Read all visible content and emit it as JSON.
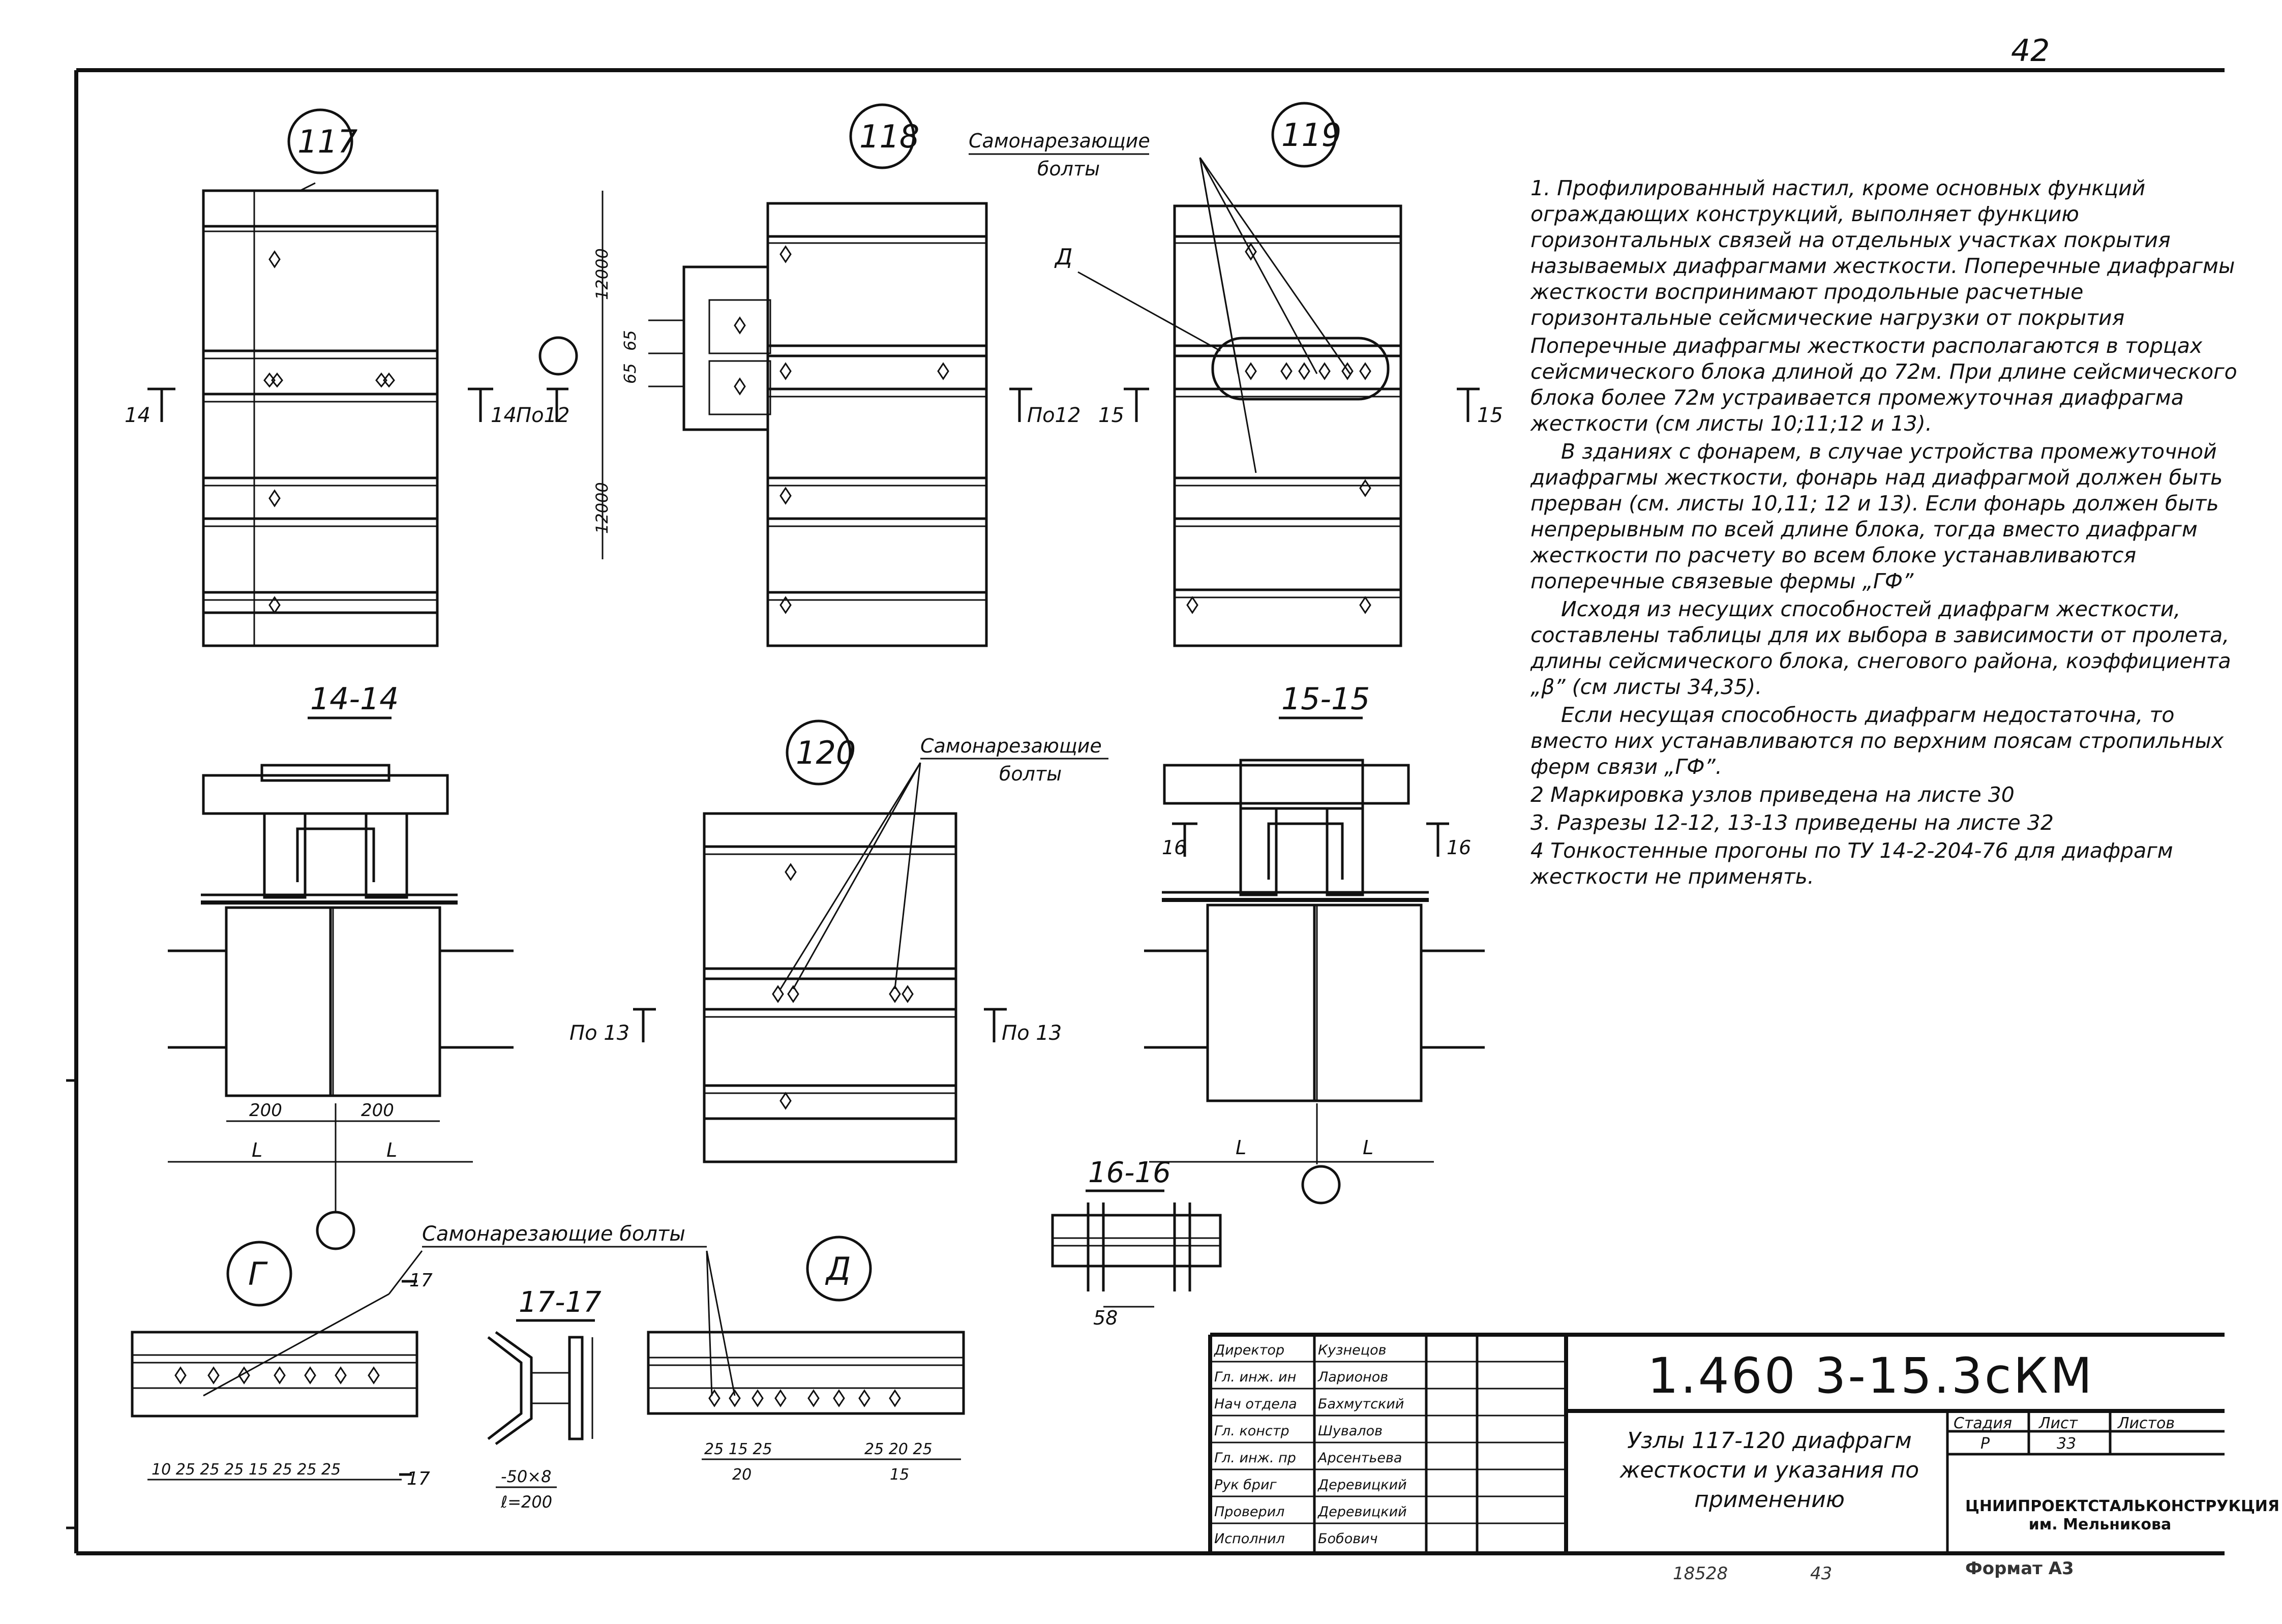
{
  "page_number": "42",
  "nodes": {
    "n117": "117",
    "n118": "118",
    "n119": "119",
    "n120": "120",
    "nG": "Г",
    "nD": "Д"
  },
  "labels": {
    "self_tapping_bolts_line1": "Самонарезающие",
    "self_tapping_bolts_line2": "болты",
    "self_tapping_bolts_full": "Самонарезающие болты",
    "letter_D": "Д",
    "section_14_14": "14-14",
    "section_15_15": "15-15",
    "section_16_16": "16-16",
    "section_17_17": "17-17",
    "cut_14": "14",
    "cut_15": "15",
    "cut_16": "16",
    "cut_17": "17",
    "po12": "По12",
    "po13": "По 13",
    "dim_12000": "12000",
    "dim_65": "65",
    "dim_200": "200",
    "dim_L": "L",
    "dim_58": "58",
    "plate_size": "-50×8",
    "plate_len": "ℓ=200",
    "dims_G": "10 25 25 25 15  25 25 25",
    "dims_D1": "25   15 25",
    "dims_D2": "25  20 25",
    "dim_20": "20",
    "dim_15": "15"
  },
  "notes": [
    "1.  Профилированный настил, кроме основных функций ограждающих конструкций, выполняет функцию горизонтальных связей на отдельных участках покрытия называемых диафрагмами жесткости. Поперечные диафрагмы жесткости воспринимают продольные расчетные горизонтальные сейсмические нагрузки от покрытия",
    "Поперечные диафрагмы жесткости располагаются в торцах сейсмического блока длиной до 72м. При длине сейсмического блока более 72м устраивается промежуточная диафрагма жесткости (см листы 10;11;12 и 13).",
    "В зданиях с фонарем, в случае устройства промежуточной диафрагмы жесткости, фонарь над диафрагмой должен быть прерван (см. листы 10,11; 12 и 13). Если фонарь должен быть непрерывным по всей длине блока, тогда вместо диафрагм жесткости по расчету во всем блоке устанавливаются поперечные связевые фермы „ГФ”",
    "Исходя из несущих способностей диафрагм жесткости, составлены таблицы для их выбора в зависимости от пролета, длины сейсмического блока, снегового района, коэффициента „β” (см листы 34,35).",
    "Если несущая способность диафрагм недостаточна, то вместо них устанавливаются по верхним поясам стропильных ферм связи „ГФ”.",
    "2  Маркировка узлов приведена на листе 30",
    "3.  Разрезы 12-12, 13-13 приведены на листе 32",
    "4  Тонкостенные прогоны по ТУ 14-2-204-76 для диафрагм жесткости не применять."
  ],
  "stamp": {
    "roles": [
      "Директор",
      "Гл. инж. ин",
      "Нач отдела",
      "Гл. констр",
      "Гл. инж. пр",
      "Рук бриг",
      "Проверил",
      "Исполнил"
    ],
    "names": [
      "Кузнецов",
      "Ларионов",
      "Бахмутский",
      "Шувалов",
      "Арсентьева",
      "Деревицкий",
      "Деревицкий",
      "Бобович"
    ],
    "code": "1.460 3-15.3сКМ",
    "title": "Узлы 117-120 диафрагм жесткости и указания по применению",
    "stage_label": "Стадия",
    "sheet_label": "Лист",
    "sheets_label": "Листов",
    "stage": "Р",
    "sheet": "33",
    "organization": "ЦНИИПРОЕКТСТАЛЬКОНСТРУКЦИЯ им. Мельникова",
    "format": "Формат А3",
    "bottom_left": "18528",
    "bottom_mid": "43"
  },
  "colors": {
    "ink": "#111111",
    "paper": "#ffffff"
  }
}
